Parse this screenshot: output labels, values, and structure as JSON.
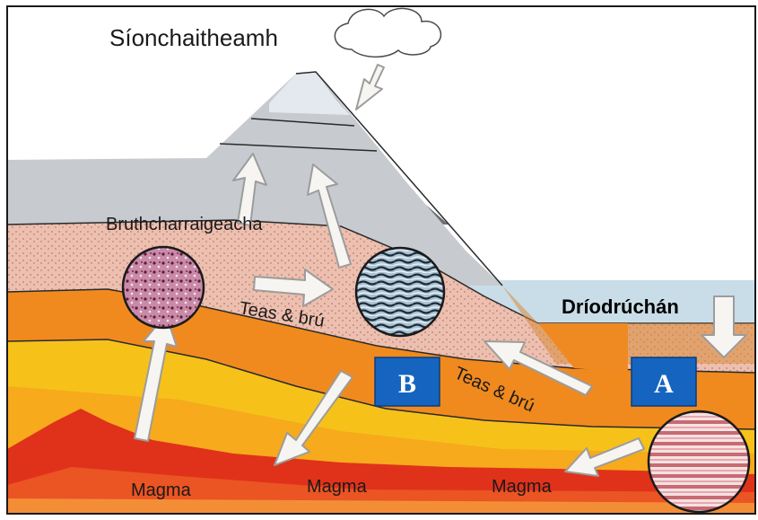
{
  "labels": {
    "weathering": "Síonchaitheamh",
    "igneous_rocks": "Bruthcharraigeacha",
    "heat_pressure_1": "Teas & brú",
    "heat_pressure_2": "Teas & brú",
    "deposition": "Dríodrúchán",
    "magma_1": "Magma",
    "magma_2": "Magma",
    "magma_3": "Magma",
    "box_a": "A",
    "box_b": "B"
  },
  "colors": {
    "sky": "#ffffff",
    "sea": "#c9dde8",
    "sediment_grey": "#9a9a9c",
    "sediment_light": "#d6d9dd",
    "pink_rock": "#e9b9a6",
    "orange_layer": "#f08a1e",
    "yellow_layer": "#f6c21a",
    "magma_red": "#e0321a",
    "box_blue": "#1565c0",
    "arrow_fill": "#f7f5f1",
    "arrow_stroke": "#9c9c9c"
  }
}
